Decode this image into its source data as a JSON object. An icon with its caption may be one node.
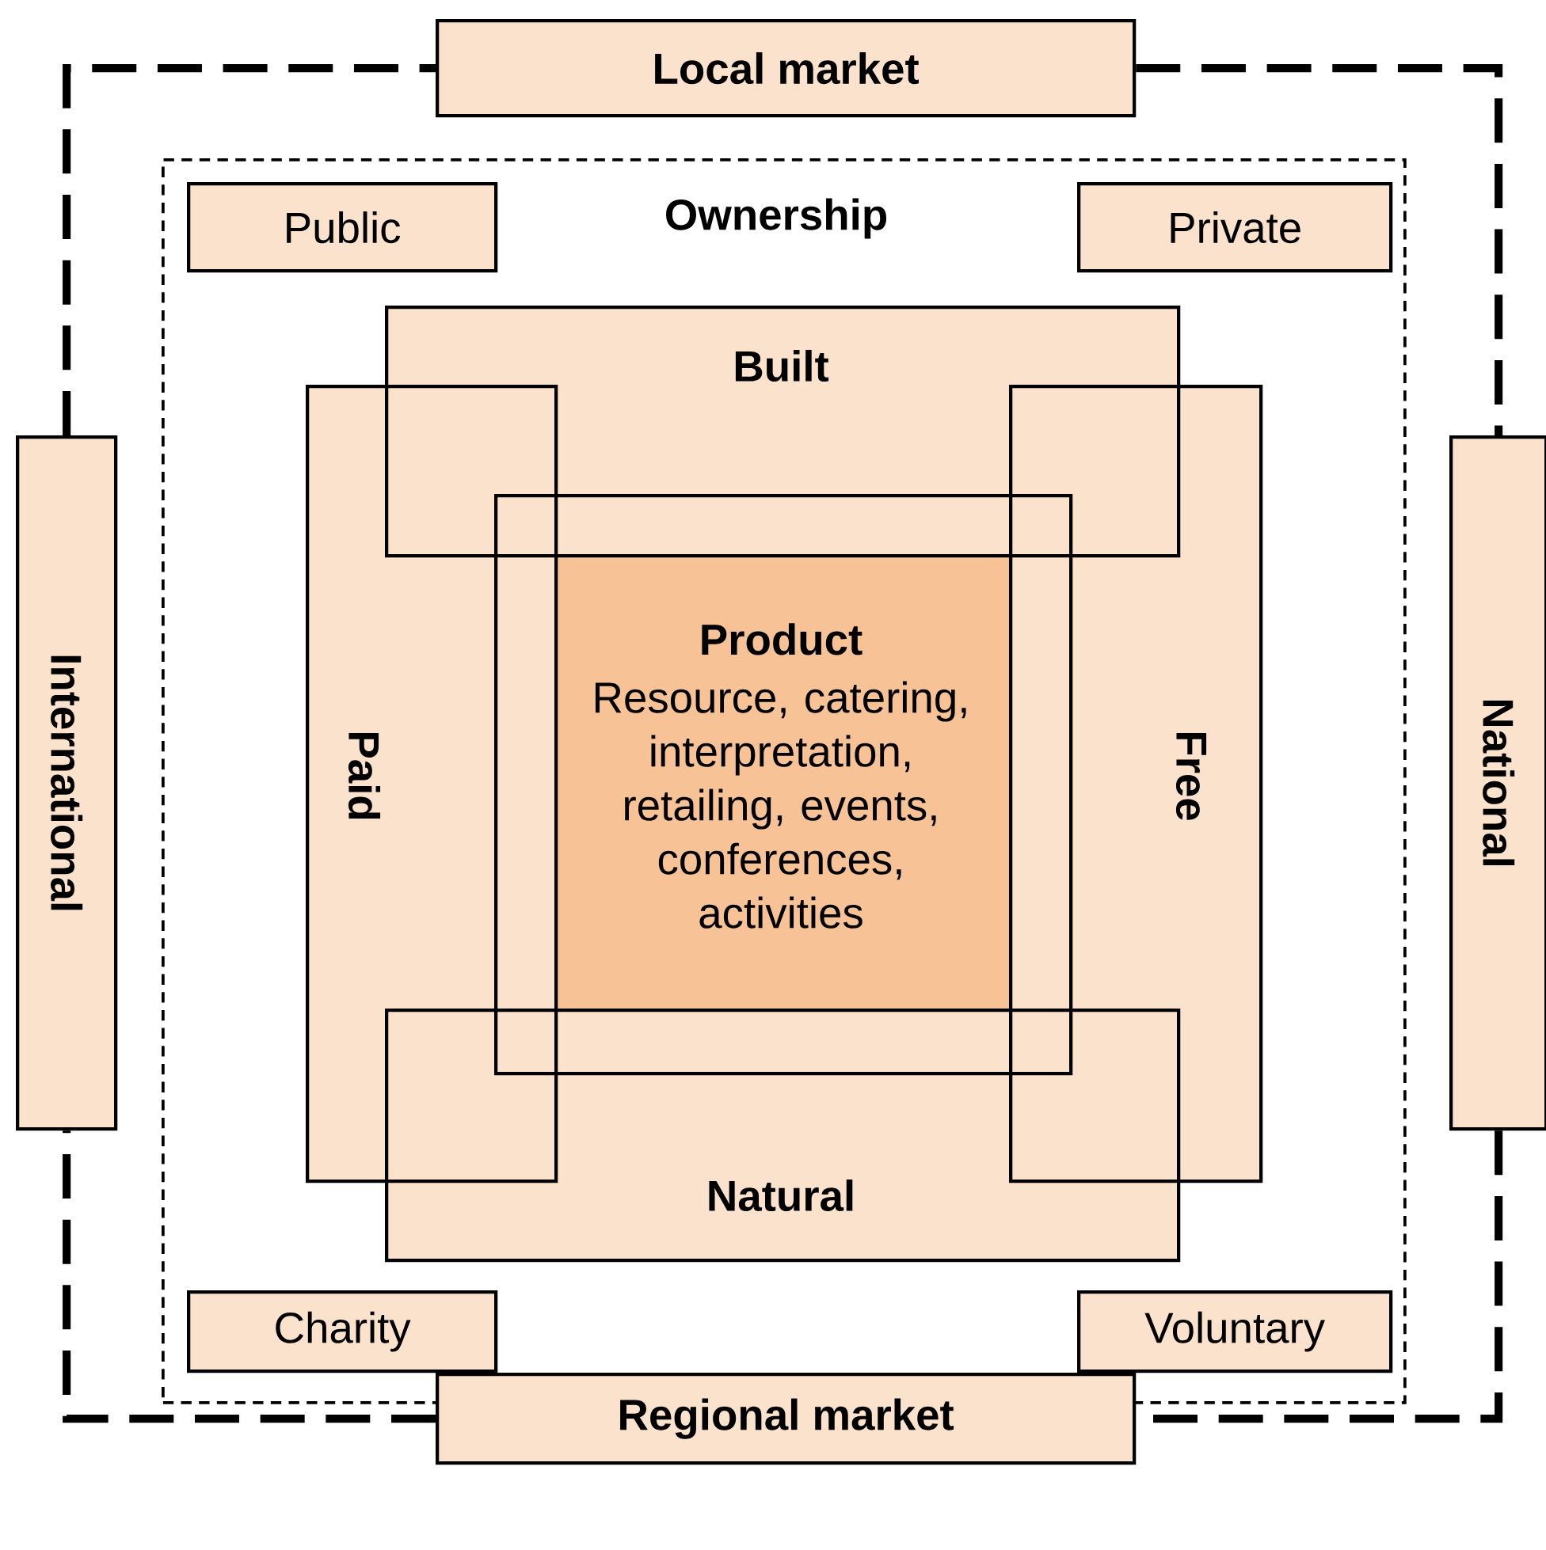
{
  "diagram": {
    "nodes": [
      {
        "text": [
          "Local market"
        ]
      },
      {
        "text": [
          "International"
        ]
      },
      {
        "text": [
          "National"
        ]
      },
      {
        "text": [
          "Ownership"
        ]
      },
      {
        "text": [
          "Public"
        ],
        "in": 3
      },
      {
        "text": [
          "Private"
        ],
        "in": 3
      },
      {
        "text": [
          "Built"
        ],
        "in": 3
      },
      {
        "text": [
          "Paid"
        ],
        "in": 3
      },
      {
        "text": [
          "Free"
        ],
        "in": 3
      },
      {
        "text": [],
        "shape": "box",
        "in": 3
      },
      {
        "text": [
          "Product",
          "Resource, catering, interpretation, retailing, events, conferences, activities"
        ],
        "in": 9
      },
      {
        "text": [
          "Natural"
        ],
        "in": 3
      },
      {
        "text": [
          "Charity"
        ],
        "in": 3
      },
      {
        "text": [
          "Voluntary"
        ],
        "in": 3
      },
      {
        "text": [
          "Regional market"
        ]
      }
    ],
    "edges": [
      {
        "from": 0,
        "to": 2,
        "arrow": "none",
        "style": "dashed"
      },
      {
        "from": 2,
        "to": 14,
        "arrow": "none",
        "style": "dashed"
      },
      {
        "from": 14,
        "to": 1,
        "arrow": "none",
        "style": "dashed"
      },
      {
        "from": 1,
        "to": 0,
        "arrow": "none",
        "style": "dashed"
      }
    ]
  }
}
